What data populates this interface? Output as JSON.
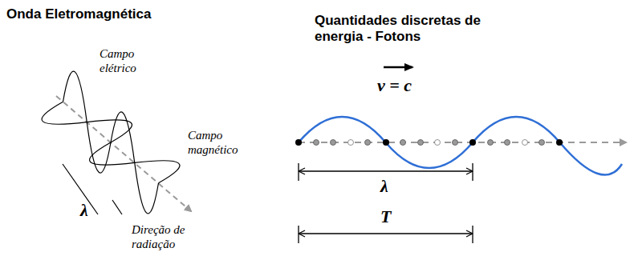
{
  "diagram": {
    "labels": [
      "Onda Eletromagnética",
      "Quantidades discretas de energia - Fotons",
      "Campo elétrico",
      "Campo magnético",
      "λ",
      "Direção de radiação",
      "v = c",
      "λ",
      "T"
    ]
  }
}
